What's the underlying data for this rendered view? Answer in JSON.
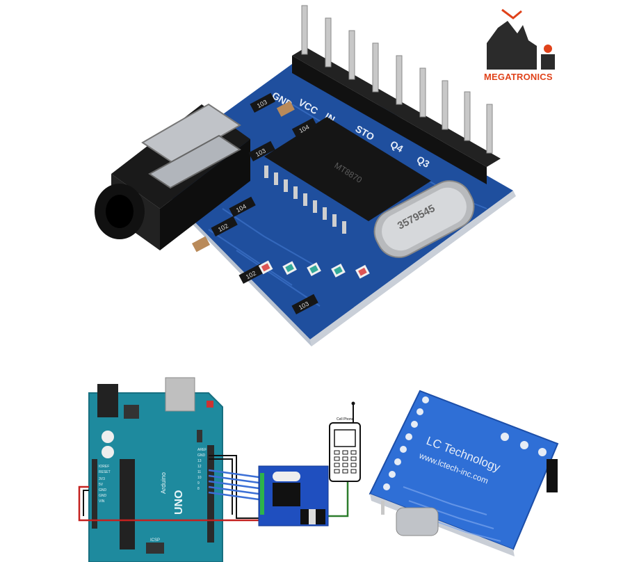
{
  "logo": {
    "text": "MEGATRONICS",
    "accent": "#e0421a"
  },
  "module": {
    "pin_labels": [
      "GND",
      "VCC",
      "IN",
      "STO",
      "Q4",
      "Q3"
    ],
    "crystal_marking": "3579545",
    "chip_marking": "MT8870",
    "resistor_labels": [
      "103",
      "104",
      "104",
      "102",
      "103",
      "102",
      "103"
    ],
    "board_color": "#1f4f9e"
  },
  "wiring": {
    "phone_label": "Cell Phone",
    "arduino_label": "Arduino",
    "uno_label": "UNO",
    "arduino_pins_left": [
      "IOREF",
      "RESET",
      "3V3",
      "5V",
      "GND",
      "GND",
      "VIN"
    ],
    "arduino_pins_right": [
      "AREF",
      "GND",
      "13",
      "12",
      "11",
      "10",
      "9",
      "8"
    ],
    "icsp_label": "ICSP"
  },
  "back_board": {
    "line1": "LC Technology",
    "line2": "www.lctech-inc.com"
  }
}
